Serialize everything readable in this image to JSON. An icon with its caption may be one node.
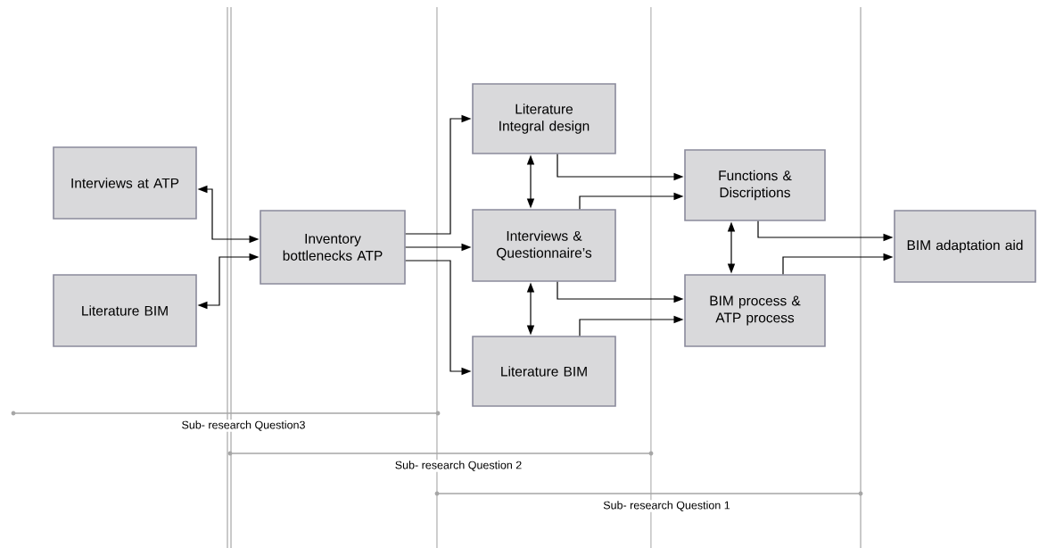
{
  "diagram": {
    "nodes": [
      {
        "text": [
          "Interviews at ATP"
        ]
      },
      {
        "text": [
          "Literature BIM"
        ]
      },
      {
        "text": [
          "Inventory bottlenecks ATP"
        ]
      },
      {
        "text": [
          "Literature Integral design"
        ]
      },
      {
        "text": [
          "Interviews & Questionnaire’s"
        ]
      },
      {
        "text": [
          "Literature BIM"
        ]
      },
      {
        "text": [
          "Functions & Discriptions"
        ]
      },
      {
        "text": [
          "BIM process & ATP process"
        ]
      },
      {
        "text": [
          "BIM adaptation aid"
        ]
      }
    ],
    "edges": [
      {
        "from": 0,
        "to": 2,
        "arrow": "both"
      },
      {
        "from": 1,
        "to": 2,
        "arrow": "both"
      },
      {
        "from": 2,
        "to": 3,
        "arrow": "to"
      },
      {
        "from": 2,
        "to": 4,
        "arrow": "to"
      },
      {
        "from": 2,
        "to": 5,
        "arrow": "to"
      },
      {
        "from": 3,
        "to": 4,
        "arrow": "both"
      },
      {
        "from": 3,
        "to": 6,
        "arrow": "to"
      },
      {
        "from": 4,
        "to": 6,
        "arrow": "to"
      },
      {
        "from": 4,
        "to": 5,
        "arrow": "both"
      },
      {
        "from": 4,
        "to": 7,
        "arrow": "to"
      },
      {
        "from": 5,
        "to": 7,
        "arrow": "to"
      },
      {
        "from": 6,
        "to": 7,
        "arrow": "both"
      },
      {
        "from": 6,
        "to": 8,
        "arrow": "to"
      },
      {
        "from": 7,
        "to": 8,
        "arrow": "to"
      }
    ],
    "labels": [
      "Sub- research Question3",
      "Sub- research Question 2",
      "Sub- research Question 1"
    ]
  }
}
